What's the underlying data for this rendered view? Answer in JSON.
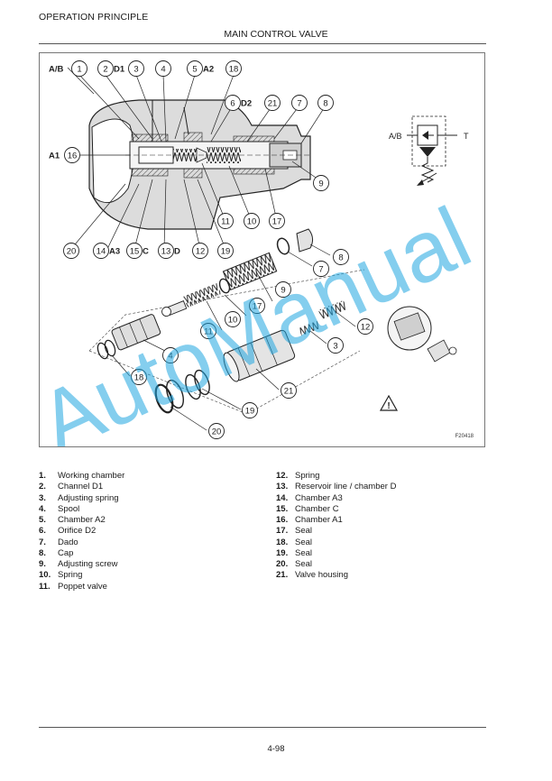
{
  "header": {
    "section": "OPERATION PRINCIPLE",
    "title": "MAIN CONTROL VALVE"
  },
  "figure": {
    "id_code": "F20418",
    "callouts": [
      "A/B",
      "1",
      "2",
      "D1",
      "3",
      "4",
      "5",
      "A2",
      "18",
      "6",
      "D2",
      "21",
      "7",
      "8",
      "A1",
      "16",
      "9",
      "11",
      "10",
      "17",
      "20",
      "14",
      "A3",
      "15",
      "C",
      "13",
      "D",
      "12",
      "19"
    ],
    "symbol_labels": {
      "port_ab": "A/B",
      "port_t": "T"
    },
    "watermark": "AutoManual"
  },
  "legend": {
    "col1": [
      {
        "num": "1.",
        "text": "Working chamber"
      },
      {
        "num": "2.",
        "text": "Channel D1"
      },
      {
        "num": "3.",
        "text": "Adjusting spring"
      },
      {
        "num": "4.",
        "text": "Spool"
      },
      {
        "num": "5.",
        "text": "Chamber A2"
      },
      {
        "num": "6.",
        "text": "Orifice D2"
      },
      {
        "num": "7.",
        "text": "Dado"
      },
      {
        "num": "8.",
        "text": "Cap"
      },
      {
        "num": "9.",
        "text": "Adjusting screw"
      },
      {
        "num": "10.",
        "text": "Spring"
      },
      {
        "num": "11.",
        "text": "Poppet valve"
      }
    ],
    "col2": [
      {
        "num": "12.",
        "text": "Spring"
      },
      {
        "num": "13.",
        "text": "Reservoir line / chamber D"
      },
      {
        "num": "14.",
        "text": "Chamber A3"
      },
      {
        "num": "15.",
        "text": "Chamber C"
      },
      {
        "num": "16.",
        "text": "Chamber A1"
      },
      {
        "num": "17.",
        "text": "Seal"
      },
      {
        "num": "18.",
        "text": "Seal"
      },
      {
        "num": "19.",
        "text": "Seal"
      },
      {
        "num": "20.",
        "text": "Seal"
      },
      {
        "num": "21.",
        "text": "Valve housing"
      }
    ]
  },
  "footer": {
    "page": "4-98"
  },
  "colors": {
    "watermark": "#1fa6e0",
    "housing": "#d9d9d9",
    "line": "#222222"
  }
}
